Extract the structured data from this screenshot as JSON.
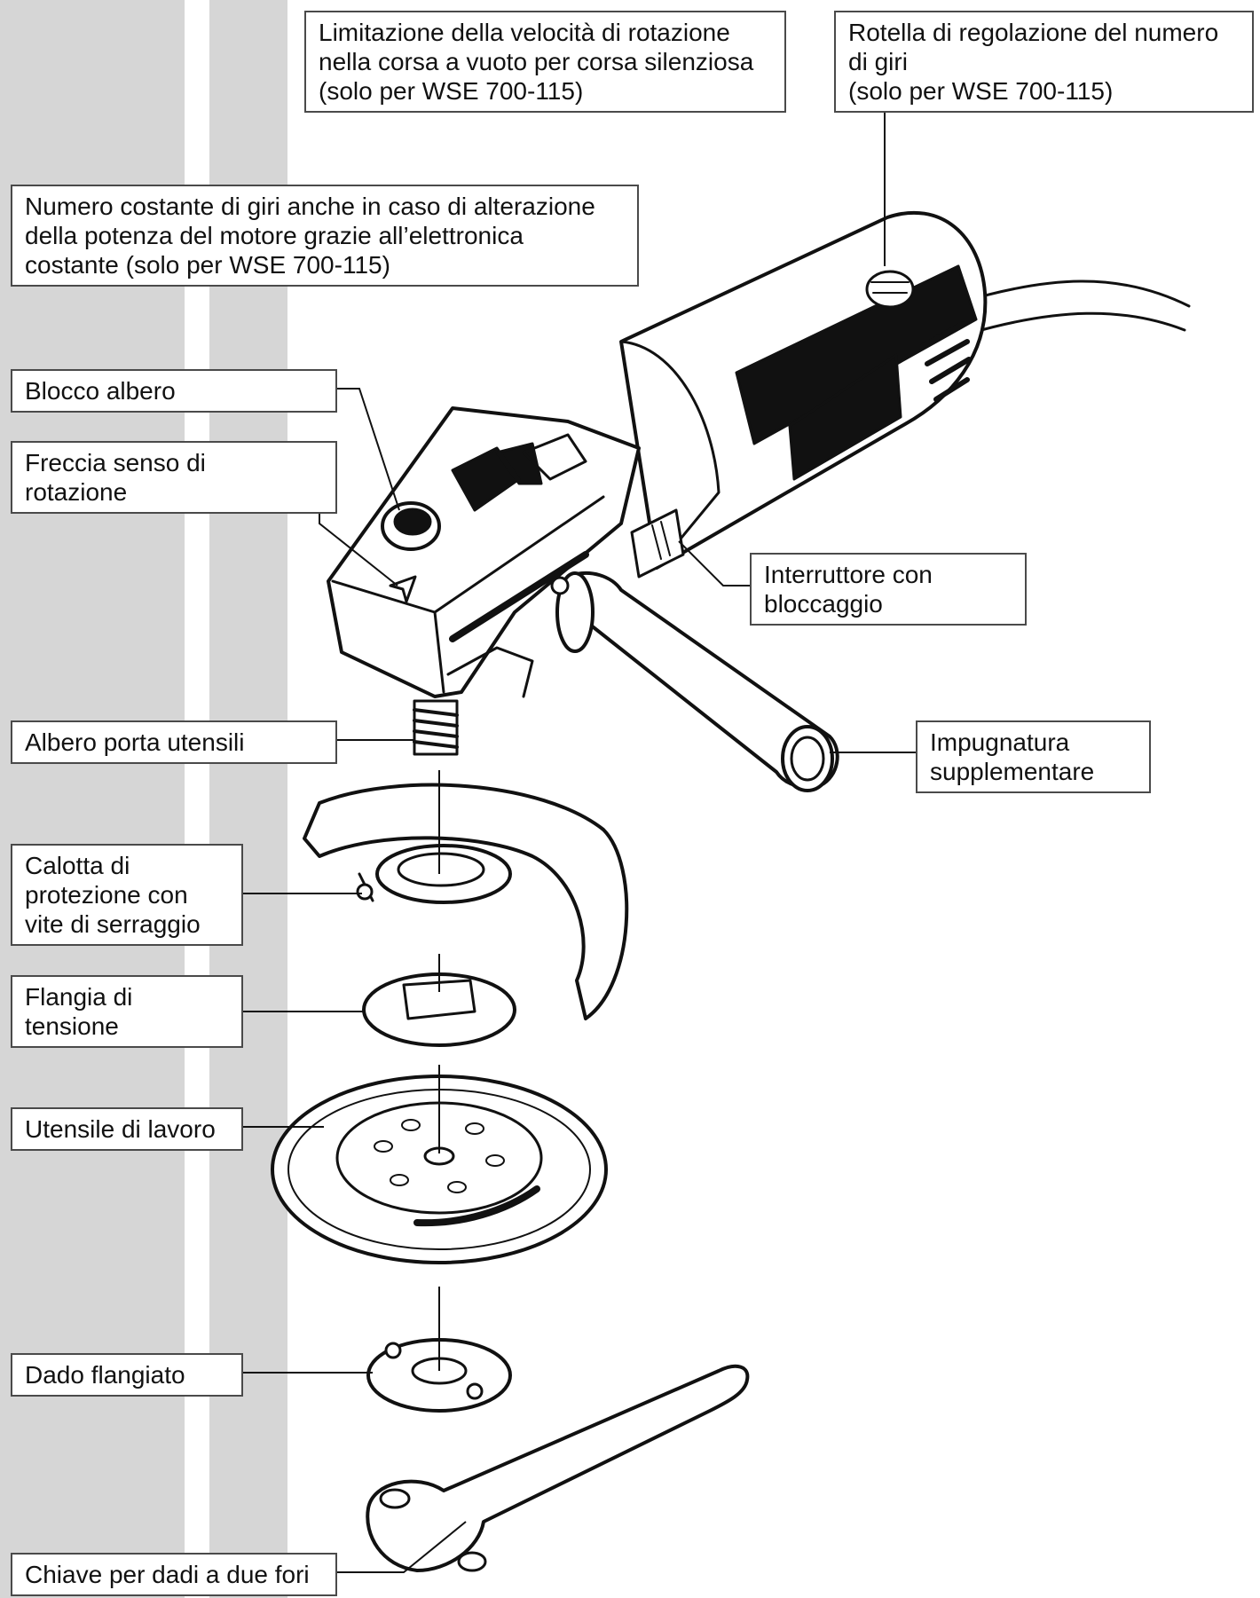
{
  "colors": {
    "background": "#ffffff",
    "stripe": "#d6d6d6",
    "ink": "#111111",
    "border": "#4a4a4a"
  },
  "labels": {
    "limitazione": [
      "Limitazione della velocità di rotazione",
      "nella corsa a vuoto per corsa silenziosa",
      "(solo per WSE 700-115)"
    ],
    "rotella": [
      "Rotella di regolazione del numero",
      "di giri",
      "(solo per WSE 700-115)"
    ],
    "numero_costante": [
      "Numero costante di giri anche in caso di alterazione",
      "della potenza del motore grazie all’elettronica",
      "costante (solo per WSE 700-115)"
    ],
    "blocco_albero": [
      "Blocco albero"
    ],
    "freccia": [
      "Freccia senso di",
      "rotazione"
    ],
    "interruttore": [
      "Interruttore con",
      "bloccaggio"
    ],
    "albero_porta": [
      "Albero porta utensili"
    ],
    "impugnatura": [
      "Impugnatura",
      "supplementare"
    ],
    "calotta": [
      "Calotta di",
      "protezione con",
      "vite di serraggio"
    ],
    "flangia": [
      "Flangia di",
      "tensione"
    ],
    "utensile": [
      "Utensile di lavoro"
    ],
    "dado": [
      "Dado flangiato"
    ],
    "chiave": [
      "Chiave per dadi a due fori"
    ]
  }
}
